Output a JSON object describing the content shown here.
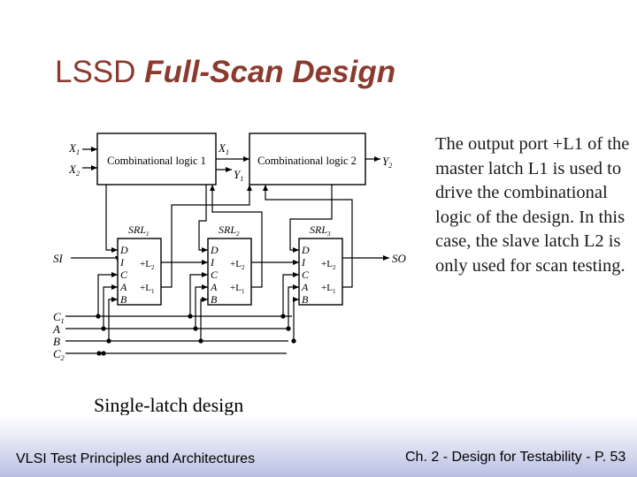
{
  "slide": {
    "title_plain": "LSSD ",
    "title_emph": "Full-Scan Design",
    "paragraph": "The output port +L1 of the master latch L1 is used to drive the combinational logic of the design. In this case, the slave latch L2 is only used for scan testing.",
    "caption": "Single-latch design",
    "footer_left": "VLSI Test Principles and Architectures",
    "footer_right": "Ch. 2 - Design for Testability - P. 53"
  },
  "diagram": {
    "logic1_label": "Combinational logic 1",
    "logic2_label": "Combinational logic 2",
    "srl_labels": [
      "SRL",
      "SRL",
      "SRL"
    ],
    "srl_subscripts": [
      "1",
      "2",
      "3"
    ],
    "port_labels": [
      "D",
      "I",
      "C",
      "A",
      "B"
    ],
    "out_plus_l2": "+L",
    "out_plus_l1": "+L",
    "inputs": [
      "X",
      "X"
    ],
    "input_subs": [
      "1",
      "2"
    ],
    "x1_logic2": "X",
    "y1": "Y",
    "y2": "Y",
    "si": "SI",
    "so": "SO",
    "clocks": [
      "C",
      "A",
      "B",
      "C"
    ],
    "clock_subs": [
      "1",
      "",
      "",
      "2"
    ]
  }
}
